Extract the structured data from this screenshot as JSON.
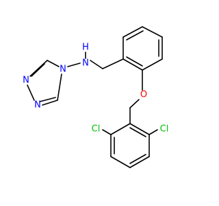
{
  "molecule": {
    "atoms": [
      {
        "id": "n_amine",
        "symbol": "N",
        "color": "#0000FF"
      },
      {
        "id": "h_amine",
        "symbol": "H",
        "color": "#0000FF"
      },
      {
        "id": "n_tz4",
        "symbol": "N",
        "color": "#0000FF"
      },
      {
        "id": "n_tz1",
        "symbol": "N",
        "color": "#0000FF"
      },
      {
        "id": "n_tz2",
        "symbol": "N",
        "color": "#0000FF"
      },
      {
        "id": "o_ether",
        "symbol": "O",
        "color": "#FF0000"
      },
      {
        "id": "cl_left",
        "symbol": "Cl",
        "color": "#00C000"
      },
      {
        "id": "cl_right",
        "symbol": "Cl",
        "color": "#00C000"
      }
    ],
    "bond_color": "#000000"
  }
}
